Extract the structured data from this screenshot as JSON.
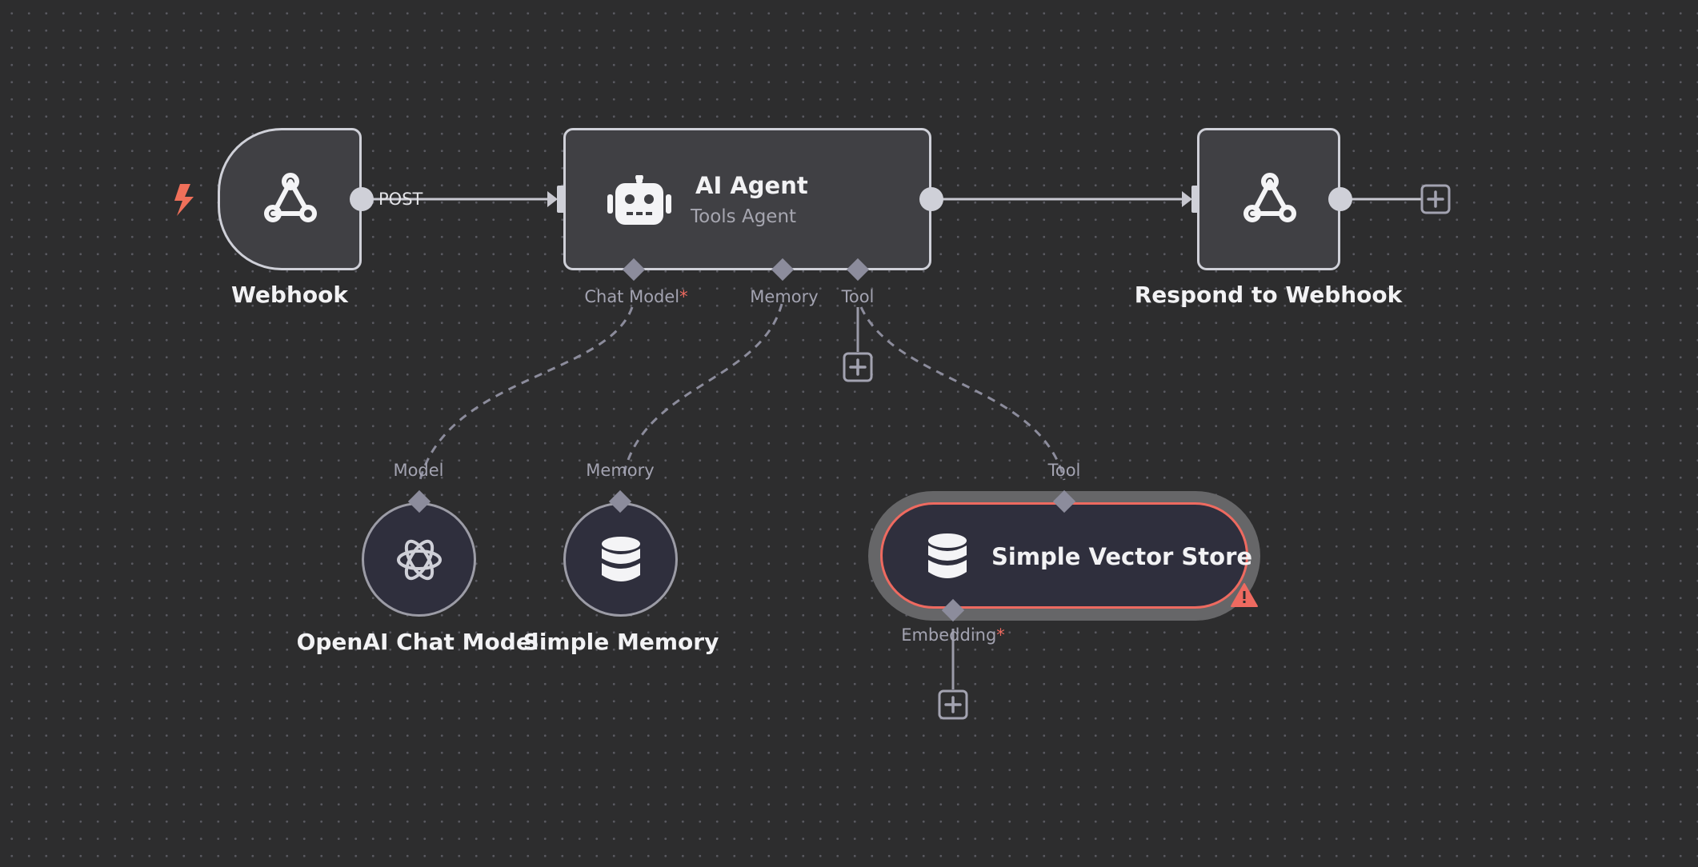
{
  "nodes": {
    "webhook": {
      "label": "Webhook",
      "output_label": "POST",
      "icon": "webhook-icon"
    },
    "ai_agent": {
      "title": "AI Agent",
      "subtitle": "Tools Agent",
      "icon": "robot-icon",
      "handles": {
        "chat_model": "Chat Model",
        "memory": "Memory",
        "tool": "Tool"
      }
    },
    "respond": {
      "label": "Respond to Webhook",
      "icon": "webhook-icon"
    },
    "openai": {
      "label": "OpenAI Chat Model",
      "handle": "Model",
      "icon": "openai-icon"
    },
    "memory": {
      "label": "Simple Memory",
      "handle": "Memory",
      "icon": "database-icon"
    },
    "vector_store": {
      "title": "Simple Vector Store",
      "handle_top": "Tool",
      "handle_bottom": "Embedding",
      "icon": "database-icon",
      "status": "warning"
    }
  },
  "required_marker": "*",
  "colors": {
    "background": "#2d2d2e",
    "node_fill": "#404044",
    "node_border": "#cfd0d8",
    "sub_node_fill": "#2f2f3d",
    "trigger": "#f0705a",
    "error": "#ee6a60",
    "handle": "#8c8c9c",
    "edge": "#c8c8d0"
  }
}
